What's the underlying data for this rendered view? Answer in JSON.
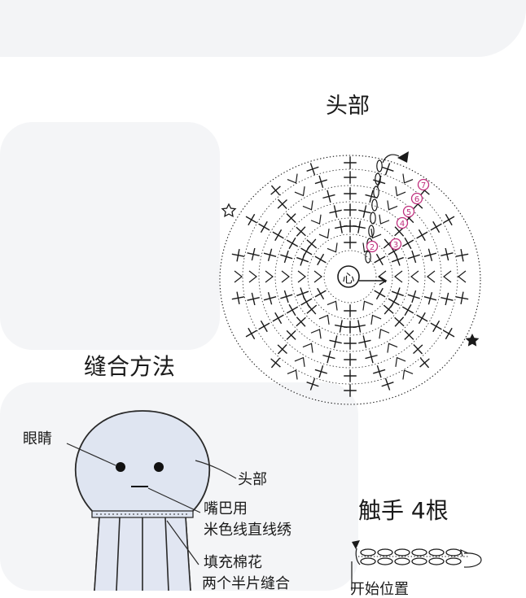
{
  "sections": {
    "head_title": "头部",
    "sewing_title": "缝合方法",
    "tentacle_title": "触手 4根"
  },
  "chart": {
    "center_mark": "心",
    "round_numbers": [
      "2",
      "3",
      "4",
      "5",
      "6",
      "7"
    ]
  },
  "labels": {
    "eyes": "眼睛",
    "head": "头部",
    "mouth_line1": "嘴巴用",
    "mouth_line2": "米色线直线绣",
    "stuffing_line1": "填充棉花",
    "stuffing_line2": "两个半片缝合",
    "start_position": "开始位置"
  },
  "colors": {
    "ink": "#1a1a1a",
    "round_marker": "#c0307e",
    "jellyfish_fill": "#dfe5f1",
    "jellyfish_stroke": "#2a2a2a"
  },
  "icons": {
    "start_marker": "filled-triangle-icon",
    "join_marker_hollow": "hollow-star-icon",
    "join_marker_solid": "filled-star-icon"
  }
}
